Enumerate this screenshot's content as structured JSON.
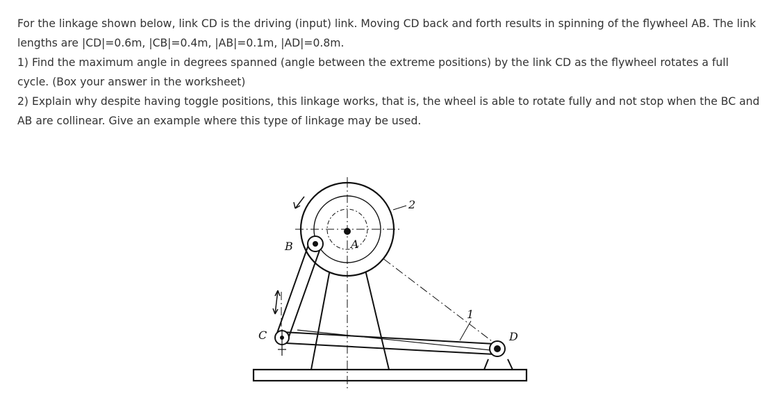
{
  "question": {
    "intro": "For the linkage shown below, link CD is the driving (input) link. Moving CD back and forth results in spinning of the flywheel AB. The link lengths are |CD|=0.6m, |CB|=0.4m, |AB|=0.1m, |AD|=0.8m.",
    "part1": "1) Find the maximum angle in degrees spanned (angle between the extreme positions) by the link CD as the flywheel rotates a full cycle. (Box your answer in the worksheet)",
    "part2": "2) Explain why despite having toggle positions, this linkage works, that is, the wheel is able to rotate fully and not stop when the BC and AB are collinear. Give an example where this type of linkage may be used."
  },
  "figure": {
    "labels": {
      "A": "A",
      "B": "B",
      "C": "C",
      "D": "D",
      "link1": "1",
      "flywheel2": "2"
    }
  }
}
